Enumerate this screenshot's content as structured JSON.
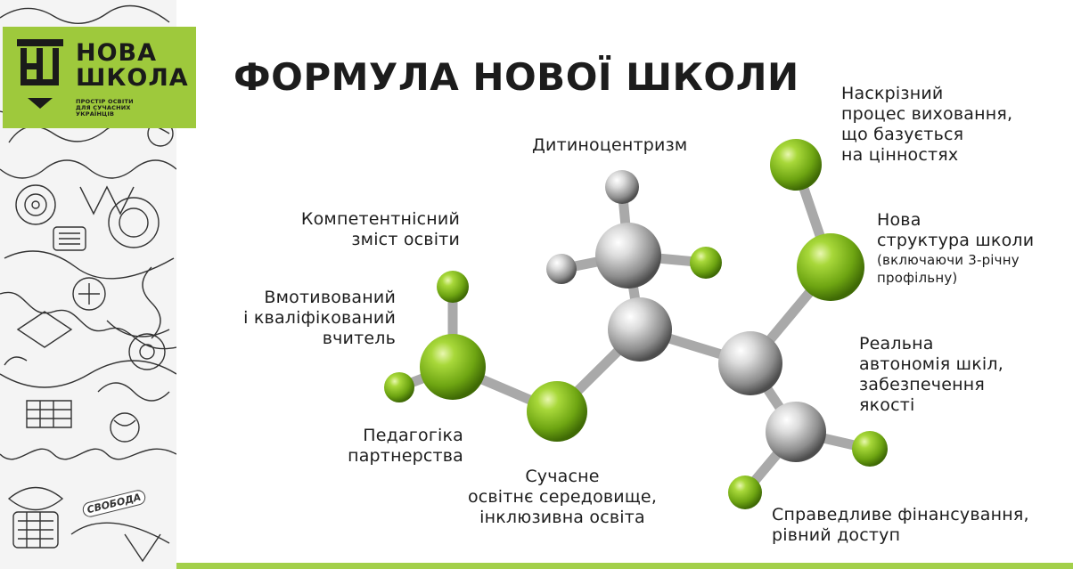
{
  "logo": {
    "line1": "НОВА",
    "line2": "ШКОЛА",
    "sub1": "ПРОСТІР ОСВІТИ",
    "sub2": "ДЛЯ СУЧАСНИХ",
    "sub3": "УКРАЇНЦІВ"
  },
  "doodle": {
    "freedom_text": "СВОБОДА"
  },
  "title": "ФОРМУЛА НОВОЇ ШКОЛИ",
  "labels": {
    "child_centrism": [
      "Дитиноцентризм"
    ],
    "competent_content": [
      "Компетентнісний",
      "зміст освіти"
    ],
    "teacher": [
      "Вмотивований",
      "і кваліфікований",
      "вчитель"
    ],
    "pedagogy": [
      "Педагогіка",
      "партнерства"
    ],
    "environment": [
      "Сучасне",
      "освітнє середовище,",
      "інклюзивна освіта"
    ],
    "upbringing": [
      "Наскрізний",
      "процес виховання,",
      "що базується",
      "на цінностях"
    ],
    "structure": [
      "Нова",
      "структура школи"
    ],
    "structure_note": [
      "(включаючи 3-річну",
      "профільну)"
    ],
    "autonomy": [
      "Реальна",
      "автономія шкіл,",
      "забезпечення",
      "якості"
    ],
    "financing": [
      "Справедливе фінансування,",
      "рівний доступ"
    ]
  },
  "colors": {
    "brand_green": "#9ec93c",
    "green_atom": "#8cc21f",
    "gray_atom": "#c8c8c8",
    "text": "#1d1d1d"
  }
}
